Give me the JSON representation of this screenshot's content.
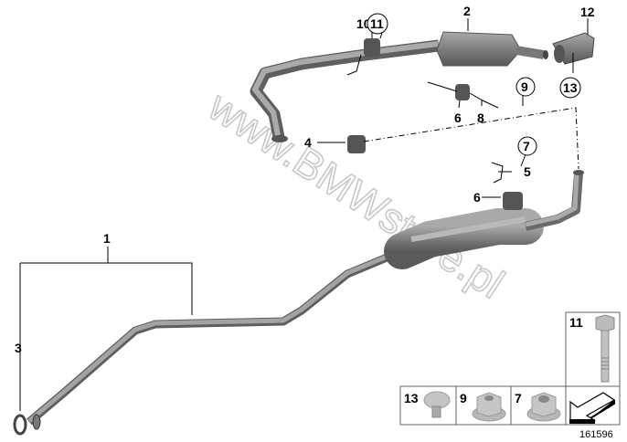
{
  "diagram": {
    "callouts": {
      "c1": "1",
      "c2": "2",
      "c3": "3",
      "c4": "4",
      "c5": "5",
      "c6a": "6",
      "c6b": "6",
      "c7": "7",
      "c8": "8",
      "c9": "9",
      "c10": "10",
      "c11": "11",
      "c12": "12",
      "c13": "13"
    },
    "watermark": "www.BMWstore.pl",
    "parts_boxes": {
      "bolt_11": "11",
      "screw_13": "13",
      "nut_9": "9",
      "nut_7": "7"
    },
    "diagram_number": "161596",
    "colors": {
      "part": "#8e8e8e",
      "part_dark": "#6e6e6e",
      "part_light": "#b5b5b5"
    }
  }
}
